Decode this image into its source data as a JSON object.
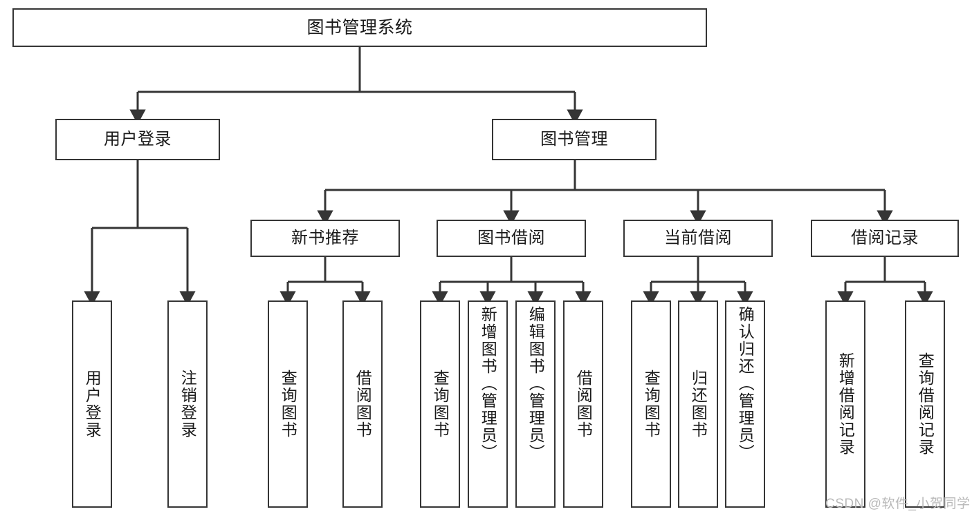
{
  "diagram": {
    "title": "图书管理系统",
    "type": "hierarchy-tree",
    "line_color": "#353535",
    "box_fill": "#ffffff",
    "text_color": "#1a1a1a",
    "nodes": {
      "root": {
        "label": "图书管理系统"
      },
      "level2": [
        {
          "label": "用户登录"
        },
        {
          "label": "图书管理"
        }
      ],
      "level3": [
        {
          "label": "新书推荐"
        },
        {
          "label": "图书借阅"
        },
        {
          "label": "当前借阅"
        },
        {
          "label": "借阅记录"
        }
      ],
      "leaves": {
        "user_login": [
          {
            "label": "用户登录"
          },
          {
            "label": "注销登录"
          }
        ],
        "new_book_recommend": [
          {
            "label": "查询图书"
          },
          {
            "label": "借阅图书"
          }
        ],
        "book_borrow": [
          {
            "label": "查询图书"
          },
          {
            "label": "新增图书（管理员）"
          },
          {
            "label": "编辑图书（管理员）"
          },
          {
            "label": "借阅图书"
          }
        ],
        "current_borrow": [
          {
            "label": "查询图书"
          },
          {
            "label": "归还图书"
          },
          {
            "label": "确认归还（管理员）"
          }
        ],
        "borrow_record": [
          {
            "label": "新增借阅记录"
          },
          {
            "label": "查询借阅记录"
          }
        ]
      }
    }
  },
  "watermark": {
    "text": "CSDN @软件_小贺同学"
  }
}
